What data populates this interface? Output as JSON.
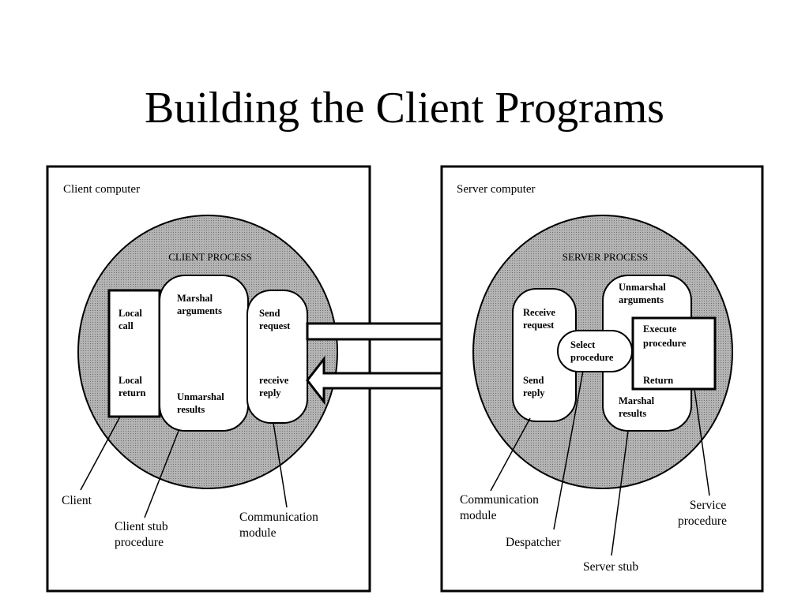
{
  "title": "Building the Client Programs",
  "client_computer": {
    "label": "Client computer",
    "process_label": "CLIENT PROCESS",
    "client_box": {
      "local_call": [
        "Local",
        "call"
      ],
      "local_return": [
        "Local",
        "return"
      ]
    },
    "stub_box": {
      "marshal": [
        "Marshal",
        "arguments"
      ],
      "unmarshal": [
        "Unmarshal",
        "results"
      ]
    },
    "comm_box": {
      "send": [
        "Send",
        "request"
      ],
      "receive": [
        "receive",
        "reply"
      ]
    },
    "callouts": {
      "client": [
        "Client"
      ],
      "client_stub": [
        "Client stub",
        "procedure"
      ],
      "communication": [
        "Communication",
        "module"
      ]
    }
  },
  "server_computer": {
    "label": "Server computer",
    "process_label": "SERVER PROCESS",
    "comm_box": {
      "receive": [
        "Receive",
        "request"
      ],
      "send": [
        "Send",
        "reply"
      ]
    },
    "despatcher_box": [
      "Select",
      "procedure"
    ],
    "stub_box": {
      "unmarshal": [
        "Unmarshal",
        "arguments"
      ],
      "marshal": [
        "Marshal",
        "results"
      ]
    },
    "service_box": {
      "execute": [
        "Execute",
        "procedure"
      ],
      "return": [
        "Return"
      ]
    },
    "callouts": {
      "communication": [
        "Communication",
        "module"
      ],
      "despatcher": [
        "Despatcher"
      ],
      "server_stub": [
        "Server stub"
      ],
      "service": [
        "Service",
        "procedure"
      ]
    }
  },
  "colors": {
    "shade": "#a9a9a9",
    "line": "#000000",
    "fill": "#ffffff"
  }
}
